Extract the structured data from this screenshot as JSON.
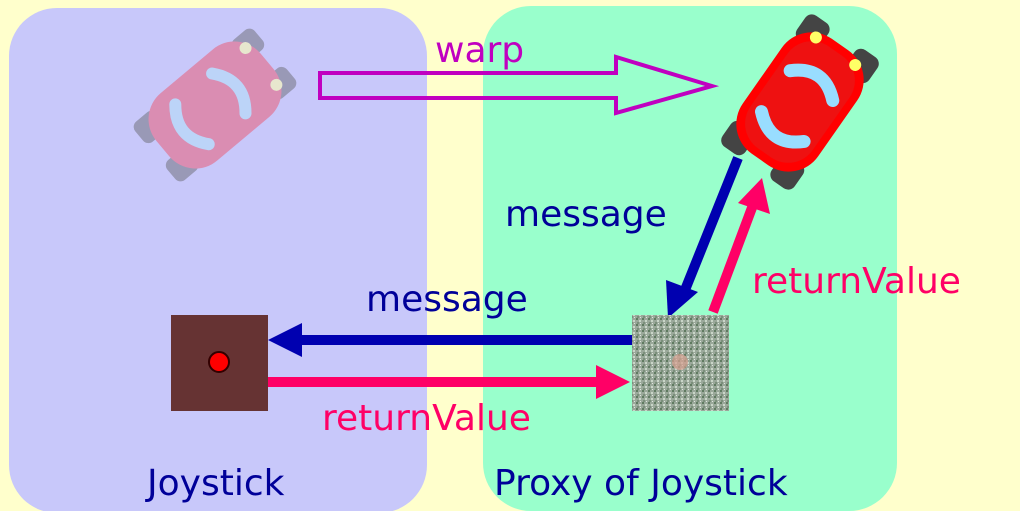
{
  "labels": {
    "warp": "warp",
    "message_top": "message",
    "message_bottom": "message",
    "return_right": "returnValue",
    "return_bottom": "returnValue",
    "joystick": "Joystick",
    "proxy": "Proxy of Joystick"
  },
  "colors": {
    "background": "#ffffcc",
    "left_panel": "#c8c8fa",
    "right_panel": "#99ffcc",
    "warp_arrow": "#c000c0",
    "message_arrow": "#0000b0",
    "return_arrow": "#ff0066",
    "message_text": "#000099",
    "return_text": "#ff0066",
    "joystick_box": "#663333",
    "joystick_dot": "#ff0000"
  },
  "icons": {
    "car_faded": "car-icon",
    "car": "car-icon",
    "joystick": "joystick-icon",
    "proxy": "proxy-joystick-icon"
  }
}
